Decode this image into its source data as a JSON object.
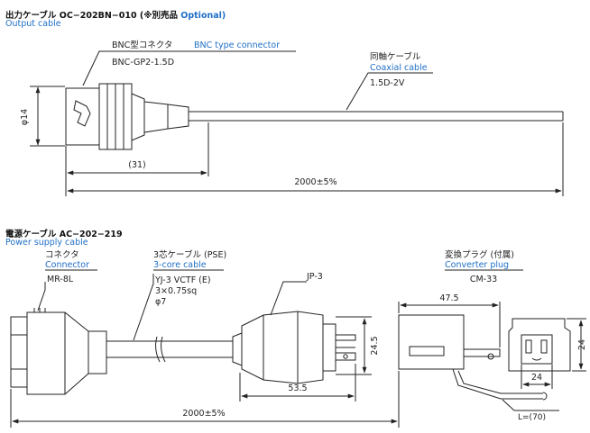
{
  "output_cable": {
    "title_jp": "出力ケーブル OC−202BN−010",
    "title_note": "(※別売品",
    "title_optional": "Optional)",
    "title_en": "Output cable",
    "connector_label_jp": "BNC型コネクタ",
    "connector_label_en": "BNC type connector",
    "connector_model": "BNC-GP2-1.5D",
    "coax_label_jp": "同軸ケーブル",
    "coax_label_en": "Coaxial cable",
    "coax_model": "1.5D-2V",
    "dim_diameter": "φ14",
    "dim_connector_length": "(31)",
    "dim_total_length": "2000±5%"
  },
  "power_cable": {
    "title_jp": "電源ケーブル AC−202−219",
    "title_en": "Power supply cable",
    "connector_label_jp": "コネクタ",
    "connector_label_en": "Connector",
    "connector_model": "MR-8L",
    "cable_label_jp": "3芯ケーブル (PSE)",
    "cable_label_en": "3-core cable",
    "cable_spec_1": "YJ-3 VCTF (E)",
    "cable_spec_2": "3×0.75sq",
    "cable_spec_3": "φ7",
    "plug_model": "JP-3",
    "converter_label_jp": "変換プラグ (付属)",
    "converter_label_en": "Converter plug",
    "converter_model": "CM-33",
    "dim_plug_length": "53.5",
    "dim_plug_height": "24.5",
    "dim_converter_length": "47.5",
    "dim_converter_width": "24",
    "dim_converter_height": "24",
    "dim_lead_length": "L=(70)",
    "dim_total_length": "2000±5%"
  },
  "colors": {
    "line": "#222222",
    "accent_blue": "#1f6fc6"
  }
}
